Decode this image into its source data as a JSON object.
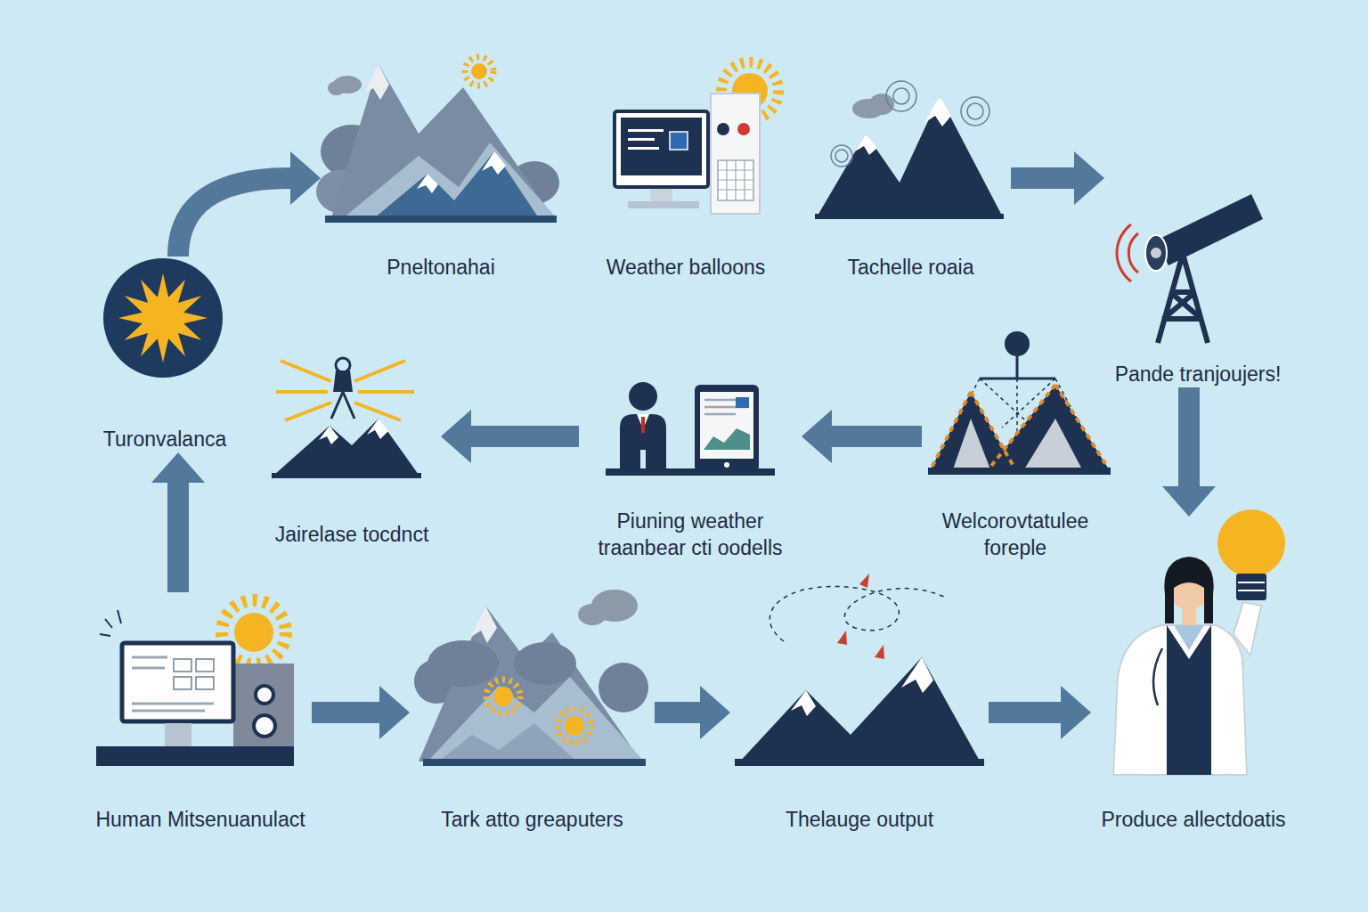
{
  "diagram": {
    "nodes": [
      {
        "text": [
          "Pneltonahai"
        ]
      },
      {
        "text": [
          "Weather balloons"
        ]
      },
      {
        "text": [
          "Tachelle roaia"
        ]
      },
      {
        "text": [
          "Pande tranjoujers!"
        ]
      },
      {
        "text": [
          "Turonvalanca"
        ]
      },
      {
        "text": [
          "Jairelase tocdnct"
        ]
      },
      {
        "text": [
          "Piuning weather traanbear cti oodells"
        ]
      },
      {
        "text": [
          "Welcorovtatulee foreple"
        ]
      },
      {
        "text": [
          "Human Mitsenuanulact"
        ]
      },
      {
        "text": [
          "Tark atto greaputers"
        ]
      },
      {
        "text": [
          "Thelauge output"
        ]
      },
      {
        "text": [
          "Produce allectdoatis"
        ]
      }
    ],
    "edges": [
      {
        "from": 4,
        "to": 0,
        "arrow": "to"
      },
      {
        "from": 2,
        "to": 3,
        "arrow": "to"
      },
      {
        "from": 3,
        "to": 11,
        "arrow": "to"
      },
      {
        "from": 7,
        "to": 6,
        "arrow": "to"
      },
      {
        "from": 6,
        "to": 5,
        "arrow": "to"
      },
      {
        "from": 8,
        "to": 4,
        "arrow": "to"
      },
      {
        "from": 8,
        "to": 9,
        "arrow": "to"
      },
      {
        "from": 9,
        "to": 10,
        "arrow": "to"
      },
      {
        "from": 10,
        "to": 11,
        "arrow": "to"
      }
    ]
  }
}
